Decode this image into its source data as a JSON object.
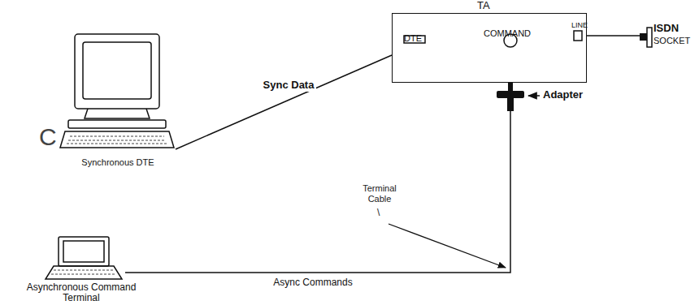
{
  "diagram": {
    "nodes": [
      {
        "text": [
          "TA",
          "DTE",
          "COMMAND",
          "LINE"
        ]
      },
      {
        "text": [
          "ISDN",
          "SOCKET"
        ]
      },
      {
        "text": [
          "Synchronous DTE"
        ]
      },
      {
        "text": [
          "Asynchronous Command Terminal"
        ]
      }
    ],
    "edges": [
      {
        "from": 2,
        "to": 0,
        "label": "Sync Data",
        "arrow": "none"
      },
      {
        "from": 0,
        "to": 1,
        "arrow": "none"
      },
      {
        "from": 3,
        "to": 0,
        "label": "Async Commands",
        "arrow": "none"
      }
    ],
    "labels": [
      "Adapter",
      "Terminal Cable",
      "\\",
      "C"
    ]
  }
}
